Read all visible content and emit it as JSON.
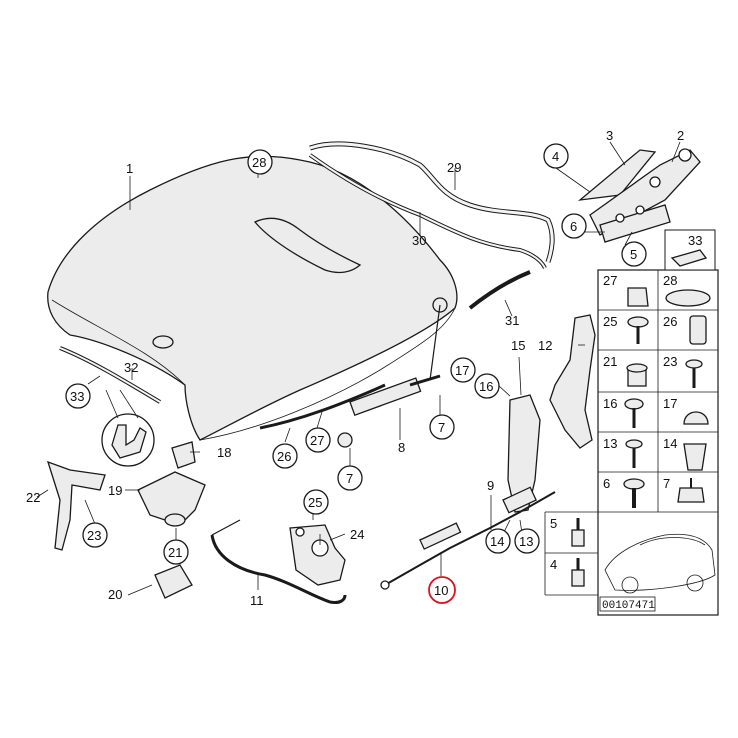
{
  "callouts": {
    "c1": "1",
    "c2": "2",
    "c3": "3",
    "c4": "4",
    "c5": "5",
    "c6": "6",
    "c7a": "7",
    "c7b": "7",
    "c8": "8",
    "c9": "9",
    "c10": "10",
    "c11": "11",
    "c12": "12",
    "c13": "13",
    "c14": "14",
    "c15": "15",
    "c16": "16",
    "c17": "17",
    "c18": "18",
    "c19": "19",
    "c20": "20",
    "c21": "21",
    "c22": "22",
    "c23": "23",
    "c24": "24",
    "c25": "25",
    "c26": "26",
    "c27": "27",
    "c28": "28",
    "c29": "29",
    "c30": "30",
    "c31": "31",
    "c32": "32",
    "c33": "33"
  },
  "grid": {
    "g33": "33",
    "g27": "27",
    "g28": "28",
    "g25": "25",
    "g26": "26",
    "g21": "21",
    "g23": "23",
    "g16": "16",
    "g17": "17",
    "g13": "13",
    "g14": "14",
    "g6": "6",
    "g7": "7",
    "g5": "5",
    "g4": "4"
  },
  "highlight_color": "#d8141e",
  "reference_number": "00107471"
}
